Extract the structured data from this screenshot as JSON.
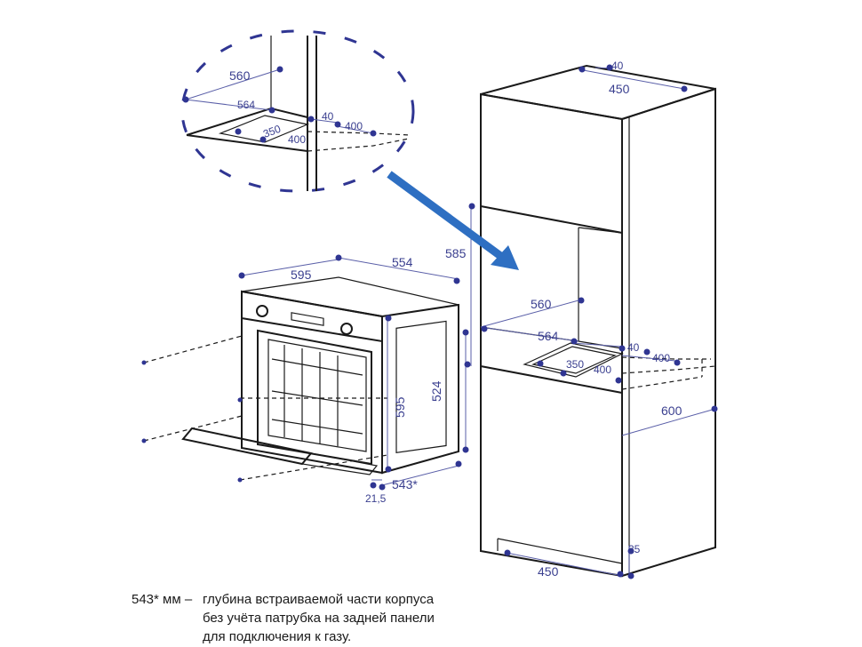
{
  "colors": {
    "dimension": "#3a3f8f",
    "arrow": "#2e6fc2",
    "outline": "#1a1a1a"
  },
  "oven": {
    "width": "595",
    "depth_top": "554",
    "height": "595",
    "inner_height": "524",
    "depth_bottom": "543*",
    "front_offset": "21,5"
  },
  "cabinet": {
    "top_depth": "40",
    "top_width": "450",
    "niche_height": "585",
    "niche_depth": "560",
    "niche_width": "564",
    "vent_depth": "40",
    "vent_width": "400",
    "cutout_depth": "350",
    "cutout_width": "400",
    "total_depth": "600",
    "plinth_height": "35",
    "bottom_width": "450"
  },
  "detail": {
    "niche_depth": "560",
    "niche_width": "564",
    "vent_depth": "40",
    "vent_width": "400",
    "cutout_depth": "350",
    "cutout_width": "400"
  },
  "footnote": {
    "key": "543* мм –",
    "line1": "глубина встраиваемой части корпуса",
    "line2": "без учёта патрубка на задней панели",
    "line3": "для подключения к газу."
  }
}
